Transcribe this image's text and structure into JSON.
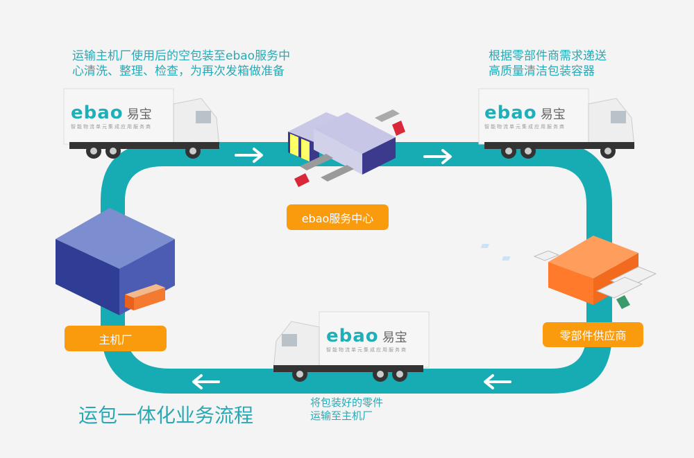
{
  "colors": {
    "track": "#17acb4",
    "label_bg": "#f99b0c",
    "caption_text": "#29a9b5",
    "background": "#f4f4f4"
  },
  "title": "运包一体化业务流程",
  "captions": {
    "top_left": [
      "运输主机厂使用后的空包装至ebao服务中",
      "心清洗、整理、检查，为再次发箱做准备"
    ],
    "top_right": [
      "根据零部件商需求递送",
      "高质量清洁包装容器"
    ],
    "bottom": [
      "将包装好的零件",
      "运输至主机厂"
    ]
  },
  "nodes": {
    "service_center": "ebao服务中心",
    "supplier": "零部件供应商",
    "oem": "主机厂"
  },
  "truck_branding": {
    "logo": "ebao",
    "logo_cn": "易宝",
    "tagline": "智能物流单元集成应用服务商"
  },
  "arrows": [
    {
      "position": "top-left",
      "direction": "right"
    },
    {
      "position": "top-right",
      "direction": "right"
    },
    {
      "position": "bottom-left",
      "direction": "left"
    },
    {
      "position": "bottom-right",
      "direction": "left"
    }
  ]
}
